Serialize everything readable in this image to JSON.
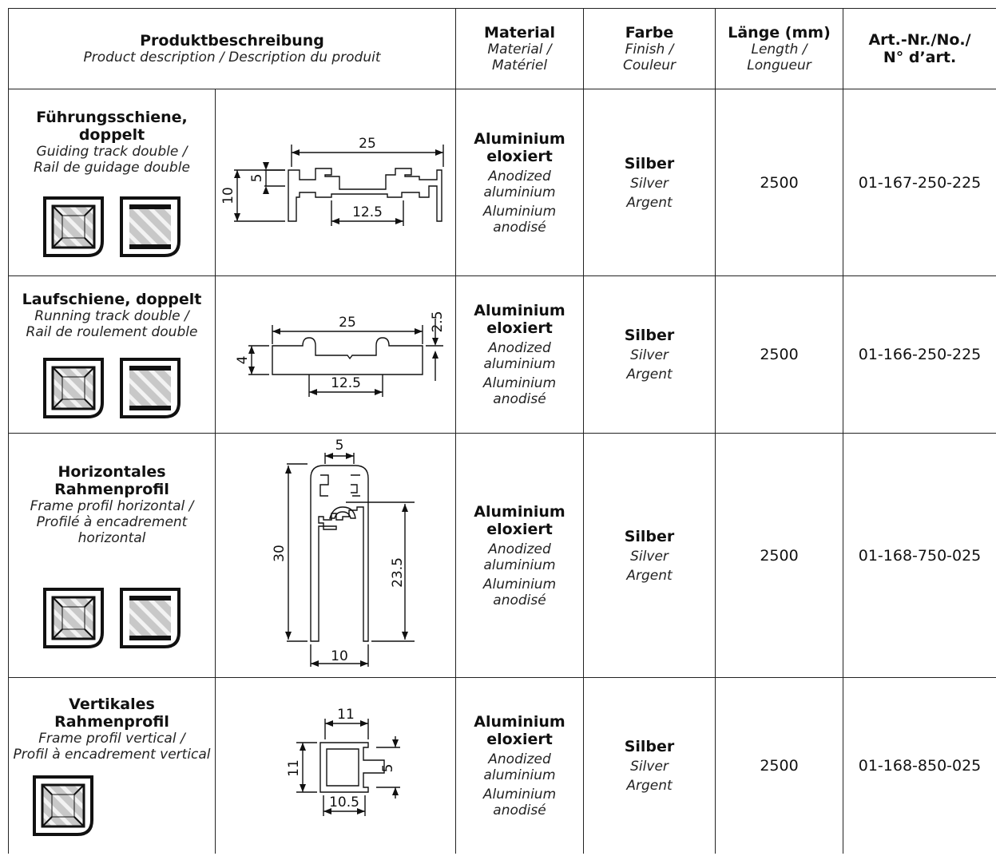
{
  "header": {
    "product": {
      "title": "Produktbeschreibung",
      "subtitle": "Product description / Description du produit"
    },
    "material": {
      "title": "Material",
      "sub1": "Material /",
      "sub2": "Matériel"
    },
    "finish": {
      "title": "Farbe",
      "sub1": "Finish /",
      "sub2": "Couleur"
    },
    "length": {
      "title": "Länge (mm)",
      "sub1": "Length /",
      "sub2": "Longueur"
    },
    "article": {
      "title1": "Art.-Nr./No./",
      "title2": "N° d’art."
    }
  },
  "material_common": {
    "de1": "Aluminium",
    "de2": "eloxiert",
    "en1": "Anodized",
    "en2": "aluminium",
    "fr1": "Aluminium",
    "fr2": "anodisé"
  },
  "finish_common": {
    "de": "Silber",
    "en": "Silver",
    "fr": "Argent"
  },
  "rows": [
    {
      "name1": "Führungsschiene,",
      "name2": "doppelt",
      "sub1": "Guiding track double /",
      "sub2": "Rail de guidage double",
      "dims": {
        "a": "25",
        "b": "5",
        "c": "10",
        "d": "12.5"
      },
      "length": "2500",
      "article": "01-167-250-225"
    },
    {
      "name1": "Laufschiene, doppelt",
      "sub1": "Running track double /",
      "sub2": "Rail de roulement double",
      "dims": {
        "a": "25",
        "b": "2.5",
        "c": "4",
        "d": "12.5"
      },
      "length": "2500",
      "article": "01-166-250-225"
    },
    {
      "name1": "Horizontales",
      "name2": "Rahmenprofil",
      "sub1": "Frame profil horizontal /",
      "sub2": "Profilé à encadrement",
      "sub3": "horizontal",
      "dims": {
        "a": "5",
        "b": "30",
        "c": "23.5",
        "d": "10"
      },
      "length": "2500",
      "article": "01-168-750-025"
    },
    {
      "name1": "Vertikales",
      "name2": "Rahmenprofil",
      "sub1": "Frame profil vertical /",
      "sub2": "Profil à encadrement vertical",
      "dims": {
        "a": "11",
        "b": "11",
        "c": "5",
        "d": "10.5"
      },
      "length": "2500",
      "article": "01-168-850-025"
    }
  ]
}
